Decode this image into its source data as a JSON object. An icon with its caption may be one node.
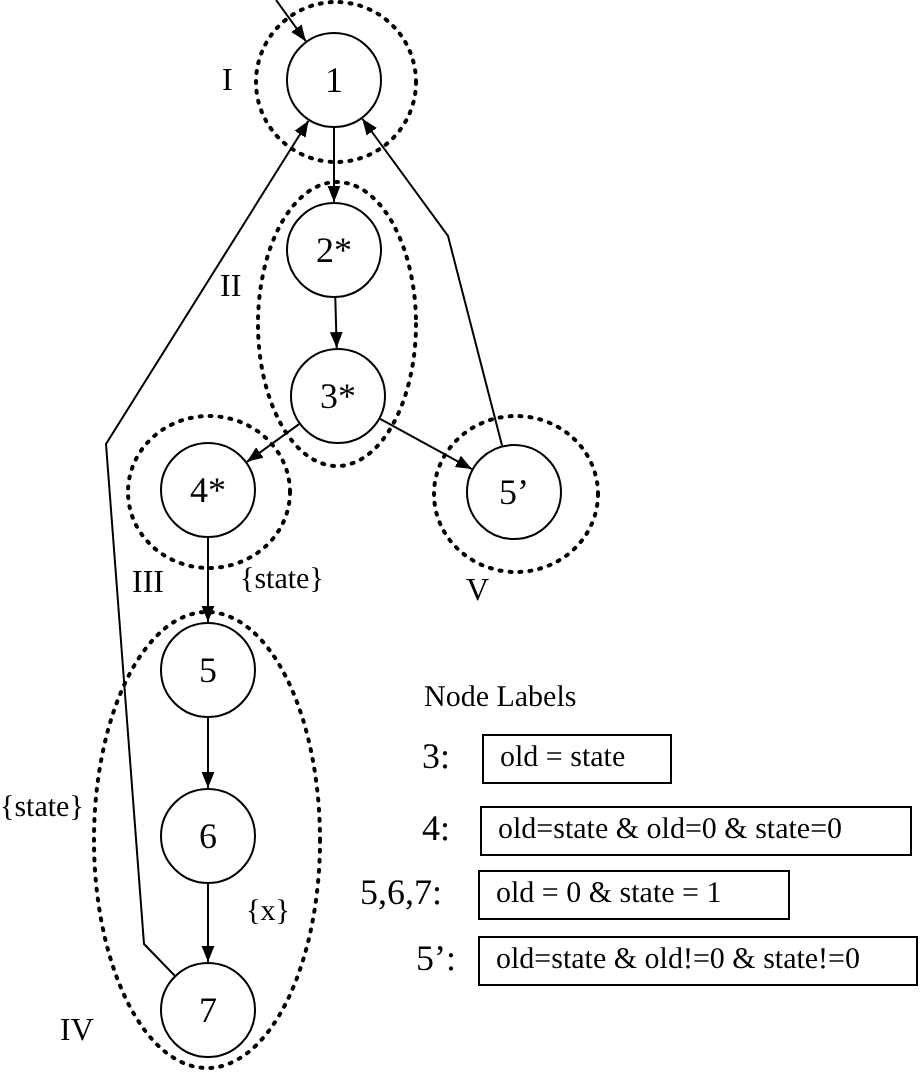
{
  "diagram": {
    "nodes": [
      {
        "text": [
          "I"
        ]
      },
      {
        "text": [
          "1"
        ],
        "in": 0
      },
      {
        "text": [
          "II"
        ]
      },
      {
        "text": [
          "2*"
        ],
        "in": 2
      },
      {
        "text": [
          "3*"
        ],
        "in": 2
      },
      {
        "text": [
          "III"
        ]
      },
      {
        "text": [
          "4*"
        ],
        "in": 5
      },
      {
        "text": [
          "V"
        ]
      },
      {
        "text": [
          "5’"
        ],
        "in": 7
      },
      {
        "text": [
          "IV"
        ]
      },
      {
        "text": [
          "5"
        ],
        "in": 9
      },
      {
        "text": [
          "6"
        ],
        "in": 9
      },
      {
        "text": [
          "7"
        ],
        "in": 9
      },
      {
        "text": [
          "old = state"
        ],
        "beside": [
          "3:"
        ]
      },
      {
        "text": [
          "old=state & old=0 & state=0"
        ],
        "beside": [
          "4:"
        ]
      },
      {
        "text": [
          "old = 0 & state = 1"
        ],
        "beside": [
          "5,6,7:"
        ]
      },
      {
        "text": [
          "old=state & old!=0 & state!=0"
        ],
        "beside": [
          "5’:"
        ]
      }
    ],
    "edges": [
      {
        "from": null,
        "to": 1,
        "arrow": "to"
      },
      {
        "from": 1,
        "to": 3,
        "arrow": "to"
      },
      {
        "from": 3,
        "to": 4,
        "arrow": "to"
      },
      {
        "from": 4,
        "to": 6,
        "arrow": "to"
      },
      {
        "from": 4,
        "to": 8,
        "arrow": "to"
      },
      {
        "from": 6,
        "to": 10,
        "arrow": "to",
        "label": "{state}"
      },
      {
        "from": 10,
        "to": 11,
        "arrow": "to"
      },
      {
        "from": 11,
        "to": 12,
        "arrow": "to",
        "label": "{x}"
      },
      {
        "from": 12,
        "to": 1,
        "arrow": "to",
        "label": "{state}"
      },
      {
        "from": 8,
        "to": 1,
        "arrow": "to"
      }
    ],
    "labels": [
      "Node Labels"
    ]
  }
}
